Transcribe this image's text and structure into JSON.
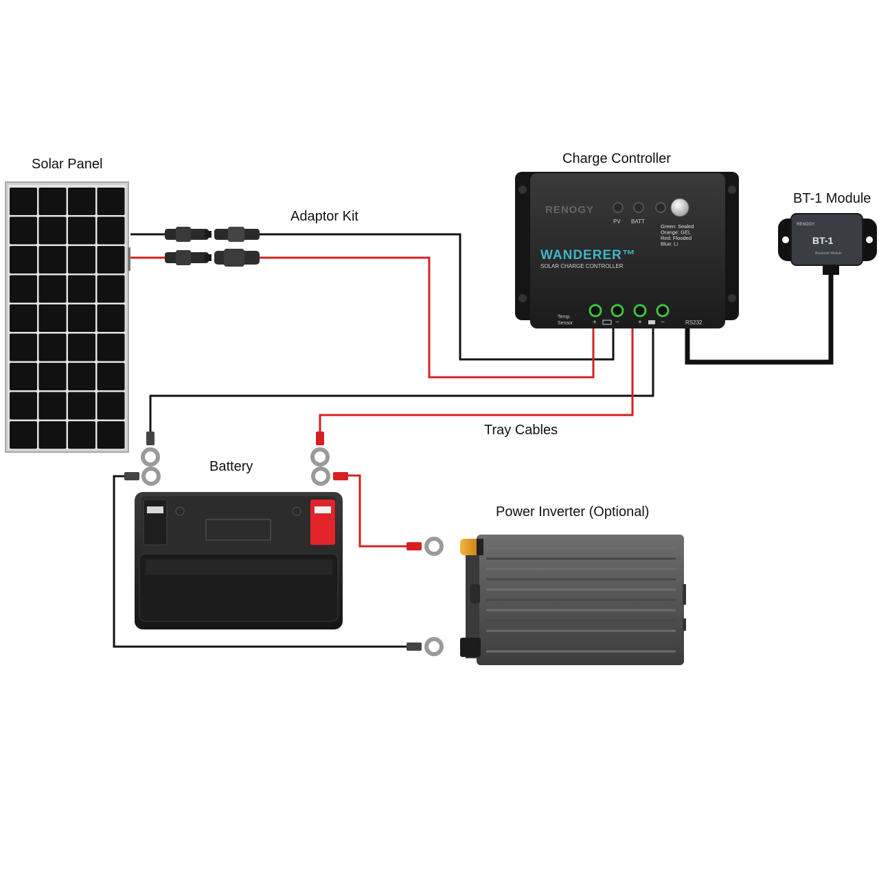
{
  "labels": {
    "solar_panel": "Solar Panel",
    "adaptor_kit": "Adaptor Kit",
    "charge_controller": "Charge Controller",
    "bt1_module": "BT-1 Module",
    "tray_cables": "Tray Cables",
    "battery": "Battery",
    "power_inverter": "Power Inverter (Optional)"
  },
  "controller": {
    "brand": "RENOGY",
    "model": "WANDERER™",
    "subtitle": "SOLAR CHARGE CONTROLLER",
    "indicator_pv": "PV",
    "indicator_batt": "BATT",
    "battery_types": [
      "Green: Sealed",
      "Orange: GEL",
      "Red: Flooded",
      "Blue: Li"
    ],
    "temp_sensor_line1": "Temp.",
    "temp_sensor_line2": "Sensor",
    "plus": "+",
    "minus": "−",
    "rs232": "RS232"
  },
  "bt1": {
    "brand": "RENOGY",
    "name": "BT-1",
    "sub": "Bluetooth Module"
  },
  "colors": {
    "positive_wire": "#d42020",
    "negative_wire": "#111111",
    "device_body": "#232323",
    "accent_teal": "#3fb6c8",
    "terminal_green": "#3ec23e",
    "battery_positive": "#e0242a",
    "inverter_body": "#5b5b5b",
    "panel_cell": "#111111",
    "panel_frame": "#c9c9c9"
  }
}
